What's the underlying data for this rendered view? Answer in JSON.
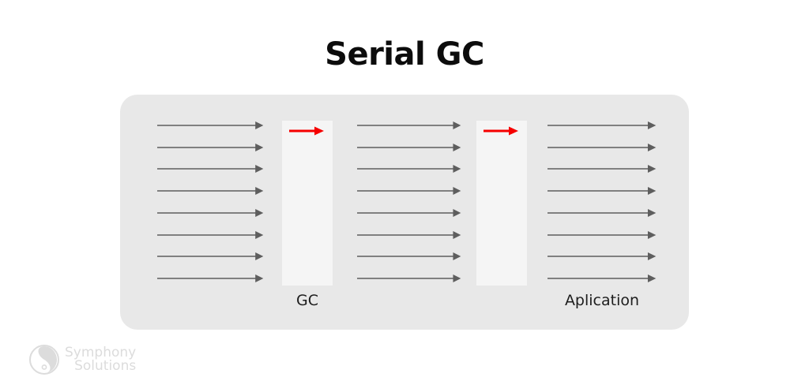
{
  "page": {
    "background_color": "#ffffff",
    "title": "Serial GC"
  },
  "diagram": {
    "panel_color": "#e8e8e8",
    "column_color": "#f5f5f5",
    "thread_arrow_color": "#5e5e5e",
    "gc_arrow_color": "#f60000",
    "labels": {
      "gc": "GC",
      "application": "Aplication"
    },
    "thread_groups": [
      {
        "name": "application-threads-left",
        "arrow_count": 8,
        "arrow_color": "#5e5e5e"
      },
      {
        "name": "application-threads-middle",
        "arrow_count": 8,
        "arrow_color": "#5e5e5e"
      },
      {
        "name": "application-threads-right",
        "arrow_count": 8,
        "arrow_color": "#5e5e5e"
      }
    ],
    "gc_columns": [
      {
        "name": "gc-pause-1",
        "arrow_count": 1,
        "arrow_color": "#f60000"
      },
      {
        "name": "gc-pause-2",
        "arrow_count": 1,
        "arrow_color": "#f60000"
      }
    ]
  },
  "logo": {
    "name_primary": "Symphony",
    "name_secondary": "Solutions",
    "color": "#dcdcdc"
  }
}
